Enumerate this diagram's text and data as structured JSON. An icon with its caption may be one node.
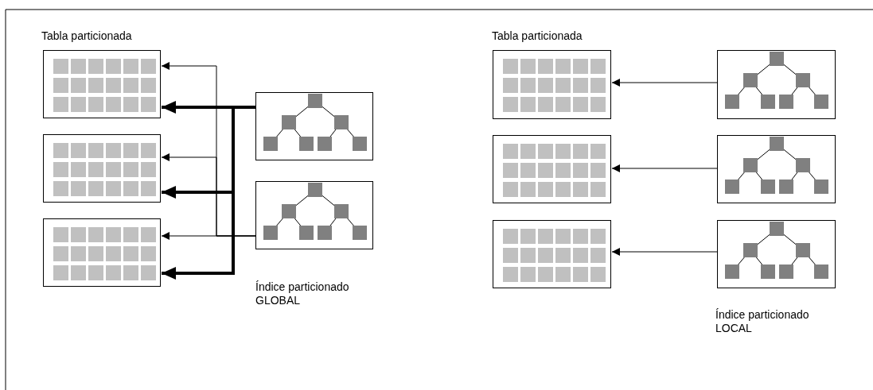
{
  "diagram": {
    "nodes": [
      {
        "text": [],
        "shape": "table"
      },
      {
        "text": [],
        "shape": "table"
      },
      {
        "text": [],
        "shape": "table"
      },
      {
        "text": [],
        "shape": "tree"
      },
      {
        "text": [],
        "shape": "tree"
      },
      {
        "text": [],
        "shape": "table"
      },
      {
        "text": [],
        "shape": "table"
      },
      {
        "text": [],
        "shape": "table"
      },
      {
        "text": [],
        "shape": "tree"
      },
      {
        "text": [],
        "shape": "tree"
      },
      {
        "text": [],
        "shape": "tree"
      }
    ],
    "edges": [
      {
        "from": 3,
        "to": 0,
        "arrow": "to",
        "style": "thick"
      },
      {
        "from": 3,
        "to": 1,
        "arrow": "to",
        "style": "thick"
      },
      {
        "from": 3,
        "to": 2,
        "arrow": "to",
        "style": "thick"
      },
      {
        "from": 4,
        "to": 0,
        "arrow": "to"
      },
      {
        "from": 4,
        "to": 1,
        "arrow": "to"
      },
      {
        "from": 4,
        "to": 2,
        "arrow": "to"
      },
      {
        "from": 8,
        "to": 5,
        "arrow": "to"
      },
      {
        "from": 9,
        "to": 6,
        "arrow": "to"
      },
      {
        "from": 10,
        "to": 7,
        "arrow": "to"
      }
    ],
    "labels": [
      "Tabla particionada",
      "Tabla particionada",
      "Índice particionado GLOBAL",
      "Índice particionado LOCAL"
    ]
  }
}
